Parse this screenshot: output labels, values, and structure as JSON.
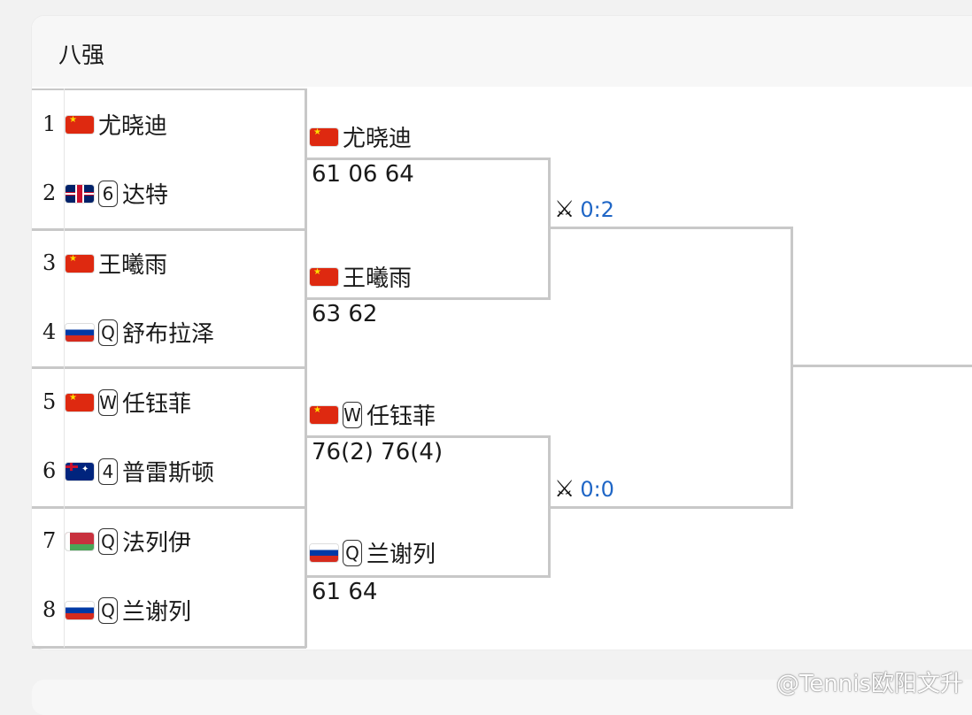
{
  "title": "八强",
  "watermark": "@Tennis欧阳文升",
  "round1": [
    {
      "seed": "1",
      "flag": "cn",
      "badge": "",
      "name": "尤晓迪"
    },
    {
      "seed": "2",
      "flag": "gb",
      "badge": "6",
      "name": "达特"
    },
    {
      "seed": "3",
      "flag": "cn",
      "badge": "",
      "name": "王曦雨"
    },
    {
      "seed": "4",
      "flag": "ru",
      "badge": "Q",
      "name": "舒布拉泽"
    },
    {
      "seed": "5",
      "flag": "cn",
      "badge": "W",
      "name": "任钰菲"
    },
    {
      "seed": "6",
      "flag": "au",
      "badge": "4",
      "name": "普雷斯顿"
    },
    {
      "seed": "7",
      "flag": "by",
      "badge": "Q",
      "name": "法列伊"
    },
    {
      "seed": "8",
      "flag": "ru",
      "badge": "Q",
      "name": "兰谢列"
    }
  ],
  "round2": [
    {
      "flag": "cn",
      "badge": "",
      "name": "尤晓迪",
      "score": "61 06 64"
    },
    {
      "flag": "cn",
      "badge": "",
      "name": "王曦雨",
      "score": "63 62"
    },
    {
      "flag": "cn",
      "badge": "W",
      "name": "任钰菲",
      "score": "76(2) 76(4)"
    },
    {
      "flag": "ru",
      "badge": "Q",
      "name": "兰谢列",
      "score": "61 64"
    }
  ],
  "h2h": [
    "0:2",
    "0:0"
  ],
  "icons": {
    "flag_cn": "flag-china-icon",
    "flag_gb": "flag-uk-icon",
    "flag_ru": "flag-russia-icon",
    "flag_au": "flag-australia-icon",
    "flag_by": "flag-belarus-icon",
    "h2h": "crossed-swords-icon"
  },
  "colors": {
    "h2h_text": "#1f66c6",
    "bracket_line": "#c8c8c8"
  }
}
